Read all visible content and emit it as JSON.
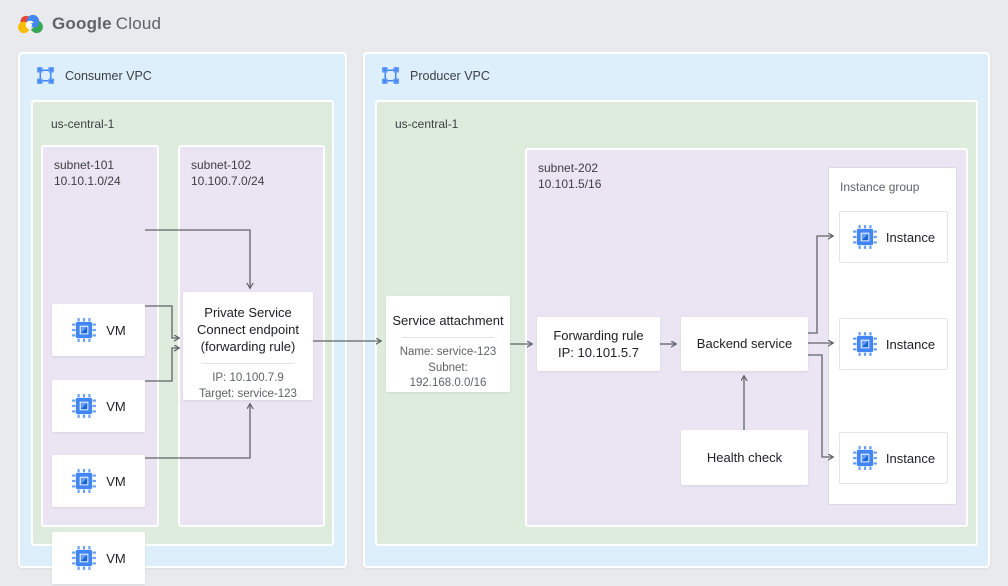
{
  "brand": {
    "name_primary": "Google",
    "name_secondary": "Cloud"
  },
  "colors": {
    "canvas_bg": "#e8eaed",
    "vpc_bg": "#ddeffb",
    "region_bg": "#ddecdc",
    "subnet_bg": "#ebe4f3",
    "icon_blue": "#4285f4",
    "icon_blue_light": "#669df6",
    "connector": "#5f6368",
    "text_primary": "#202124",
    "text_secondary": "#5f6368"
  },
  "consumer_vpc": {
    "label": "Consumer VPC",
    "region": {
      "label": "us-central-1",
      "subnets": [
        {
          "name": "subnet-101",
          "cidr": "10.10.1.0/24",
          "vms": [
            {
              "label": "VM"
            },
            {
              "label": "VM"
            },
            {
              "label": "VM"
            },
            {
              "label": "VM"
            }
          ]
        },
        {
          "name": "subnet-102",
          "cidr": "10.100.7.0/24",
          "endpoint": {
            "title": "Private Service Connect endpoint (forwarding rule)",
            "ip": "IP: 10.100.7.9",
            "target": "Target: service-123"
          }
        }
      ]
    }
  },
  "producer_vpc": {
    "label": "Producer VPC",
    "region": {
      "label": "us-central-1",
      "service_attachment": {
        "title": "Service attachment",
        "name": "Name: service-123",
        "subnet_label": "Subnet:",
        "subnet_cidr": "192.168.0.0/16"
      },
      "subnet": {
        "name": "subnet-202",
        "cidr": "10.101.5/16",
        "forwarding_rule": {
          "line1": "Forwarding rule",
          "line2": "IP: 10.101.5.7"
        },
        "backend_service": {
          "label": "Backend service"
        },
        "health_check": {
          "label": "Health check"
        },
        "instance_group": {
          "label": "Instance group",
          "instances": [
            {
              "label": "Instance"
            },
            {
              "label": "Instance"
            },
            {
              "label": "Instance"
            }
          ]
        }
      }
    }
  }
}
